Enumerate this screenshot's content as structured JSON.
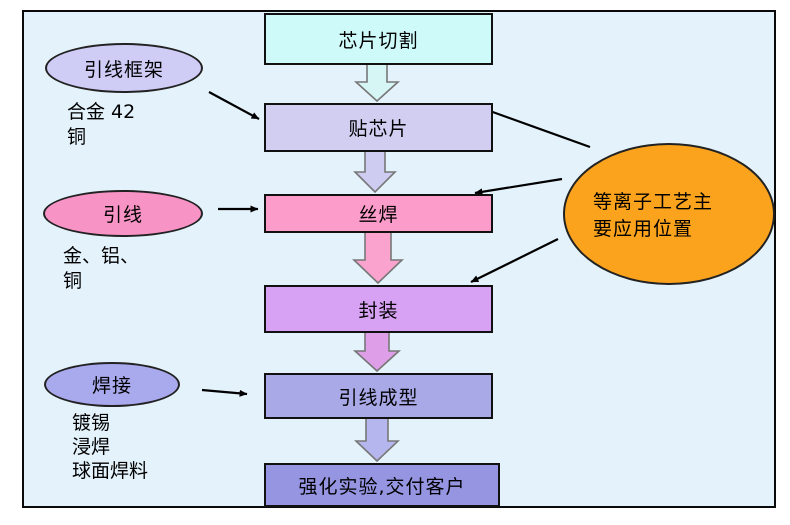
{
  "diagram": {
    "title_hint": "IC packaging process flow",
    "process_steps": [
      {
        "label": "芯片切割"
      },
      {
        "label": "贴芯片"
      },
      {
        "label": "丝焊"
      },
      {
        "label": "封装"
      },
      {
        "label": "引线成型"
      },
      {
        "label": "强化实验,交付客户"
      }
    ],
    "inputs": [
      {
        "title": "引线框架",
        "details": [
          "合金 42",
          "铜"
        ],
        "target": "贴芯片"
      },
      {
        "title": "引线",
        "details": [
          "金、铝、",
          "铜"
        ],
        "target": "丝焊"
      },
      {
        "title": "焊接",
        "details": [
          "镀锡",
          "浸焊",
          "球面焊料"
        ],
        "target": "引线成型"
      }
    ],
    "callout": {
      "lines": [
        "等离子工艺主",
        "要应用位置"
      ],
      "targets": [
        "贴芯片",
        "丝焊",
        "封装"
      ]
    }
  },
  "palette": {
    "page_bg": "#ffffff",
    "frame_bg": "#e4f2fb",
    "frame_border": "#0a0a0a",
    "box_chip_dicing": "#cffafa",
    "box_die_attach": "#d2cef2",
    "box_wire_bond": "#fb9cca",
    "box_package": "#d8a2f4",
    "box_lead_form": "#a9a9e8",
    "box_final": "#9595e2",
    "ellipse_lead_frame": "#cfccf6",
    "ellipse_lead_wire": "#f893c6",
    "ellipse_solder": "#a9a9ee",
    "ellipse_plasma": "#fba31d",
    "arrow_cyan": "#d6f6f6",
    "arrow_lavender": "#cfccf2",
    "arrow_pink": "#f9a3ce",
    "arrow_orchid": "#de9fe8",
    "arrow_periwinkle": "#b6b6ee",
    "connector": "#000000"
  }
}
